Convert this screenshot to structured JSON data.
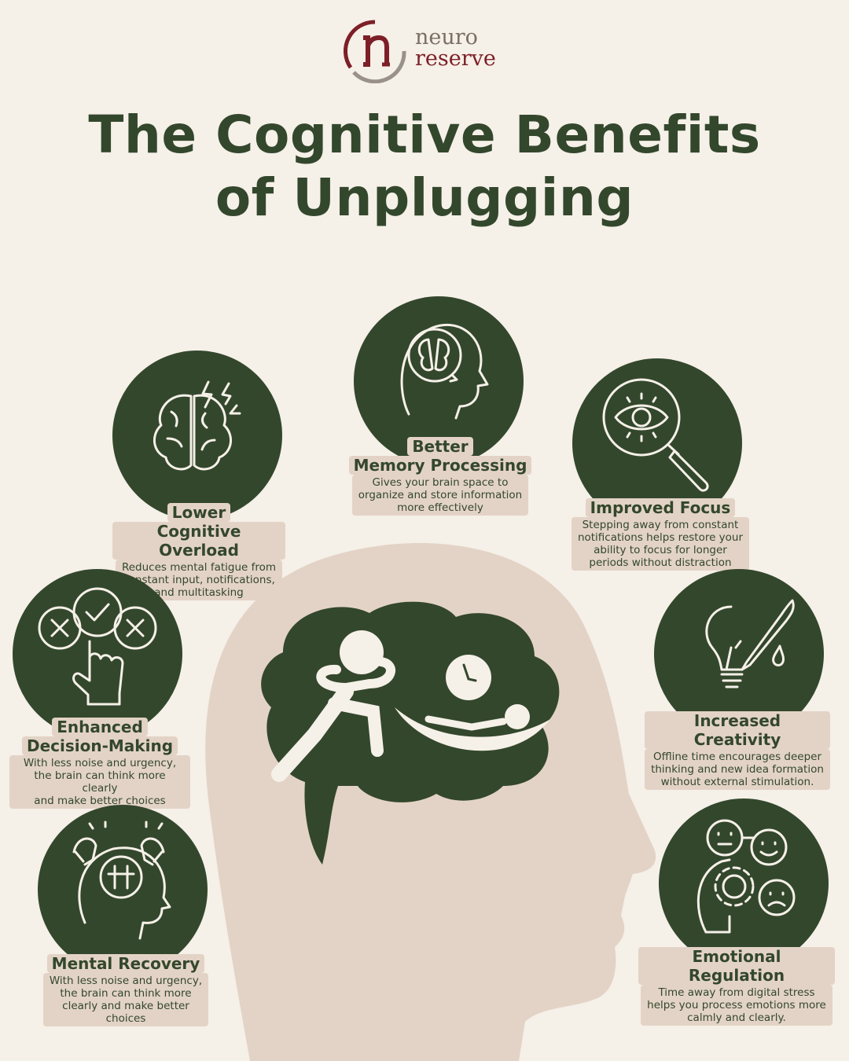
{
  "logo": {
    "line1": "neuro",
    "line2": "reserve"
  },
  "title": {
    "line1": "The Cognitive Benefits",
    "line2": "of Unplugging"
  },
  "colors": {
    "green": "#33472c",
    "beige": "#e3d3c6",
    "bg": "#f5f0e8",
    "logo_red": "#7d1f27",
    "logo_grey": "#9a918a"
  },
  "benefits": [
    {
      "icon": "lightning-brain-icon",
      "head1": "Lower",
      "head2": "Cognitive Overload",
      "desc": [
        "Reduces mental fatigue from",
        "constant input, notifications,",
        "and multitasking"
      ]
    },
    {
      "icon": "head-brain-cycle-icon",
      "head1": "Better",
      "head2": "Memory Processing",
      "desc": [
        "Gives your brain space to",
        "organize and store information",
        "more effectively"
      ]
    },
    {
      "icon": "magnifier-eye-icon",
      "head1": "Improved Focus",
      "desc": [
        "Stepping away from constant",
        "notifications helps restore your",
        "ability to focus for longer",
        "periods without distraction"
      ]
    },
    {
      "icon": "checkmark-choice-hand-icon",
      "head1": "Enhanced",
      "head2": "Decision-Making",
      "desc": [
        "With less noise and urgency,",
        "the brain can think more clearly",
        "and make better choices"
      ]
    },
    {
      "icon": "lightbulb-brush-icon",
      "head1": "Increased Creativity",
      "desc": [
        "Offline time encourages deeper",
        "thinking and new idea formation",
        "without external stimulation."
      ]
    },
    {
      "icon": "strong-brain-head-icon",
      "head1": "Mental Recovery",
      "desc": [
        "With less noise and urgency,",
        "the brain can think more",
        "clearly and make better",
        "choices"
      ]
    },
    {
      "icon": "emotion-faces-head-icon",
      "head1": "Emotional Regulation",
      "desc": [
        "Time away from digital stress",
        "helps you process emotions more",
        "calmly and clearly."
      ]
    }
  ]
}
